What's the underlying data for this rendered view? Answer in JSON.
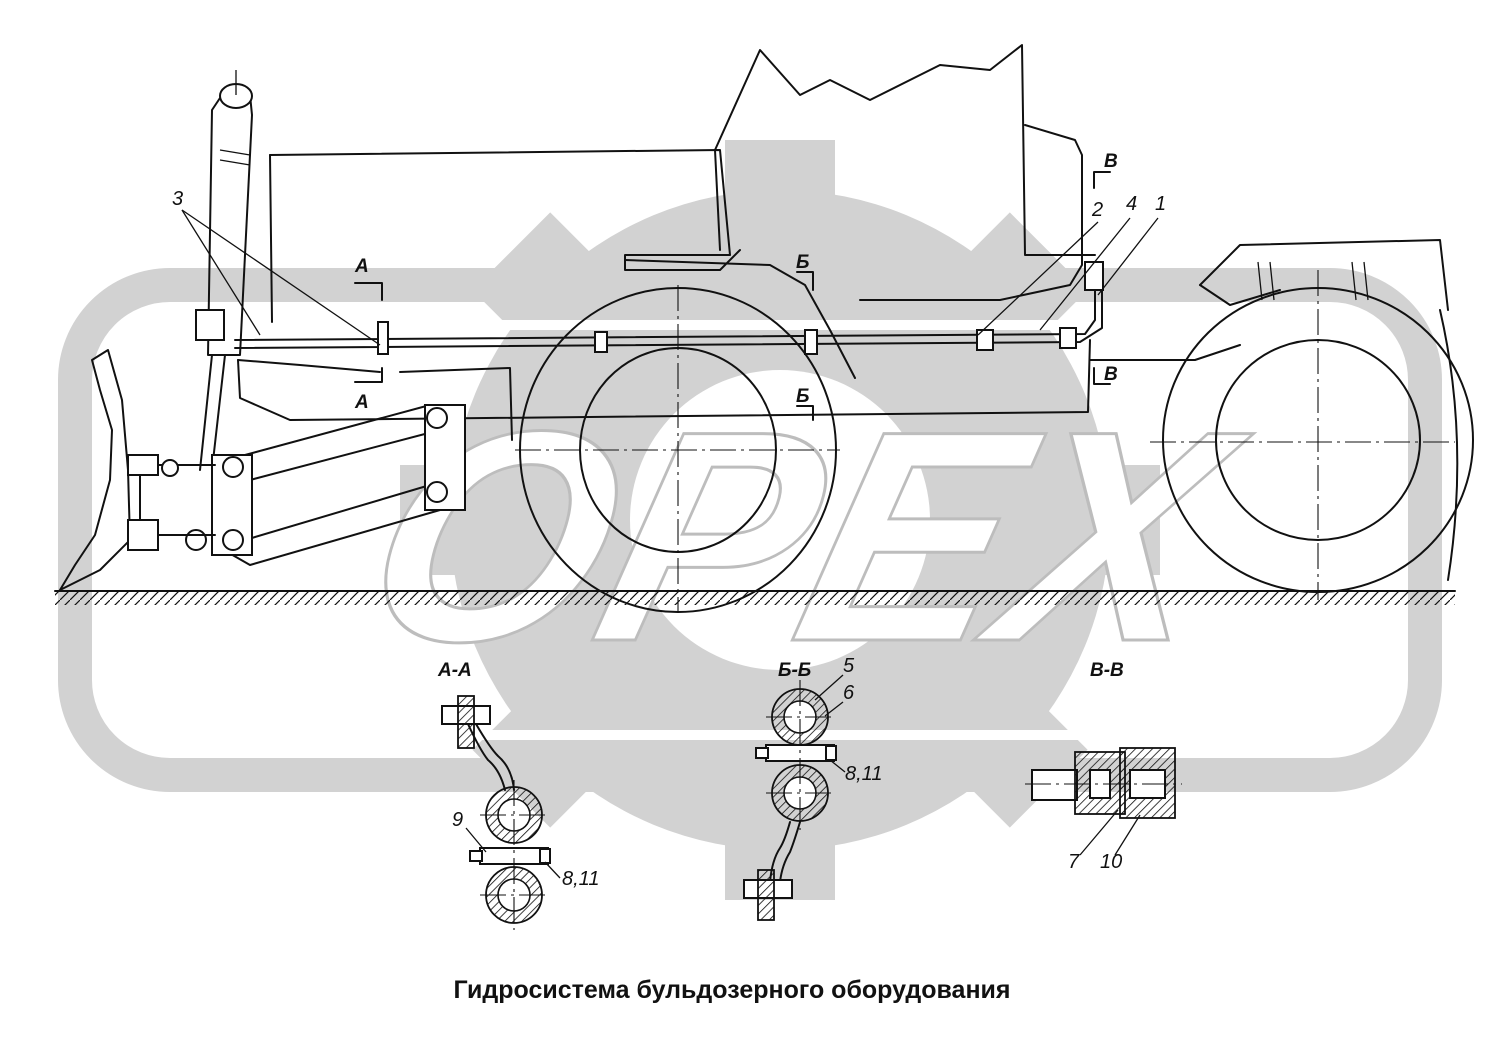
{
  "watermark": {
    "text": "OPEX",
    "gear_color": "#d2d2d2"
  },
  "callouts": {
    "c1": "1",
    "c2": "2",
    "c3": "3",
    "c4": "4",
    "c5": "5",
    "c6": "6",
    "c9": "9",
    "c7": "7",
    "c10": "10",
    "c811a": "8,11",
    "c811b": "8,11"
  },
  "section_marks": {
    "a": "А",
    "b": "Б",
    "v": "В"
  },
  "section_titles": {
    "aa": "А-А",
    "bb": "Б-Б",
    "vv": "В-В"
  },
  "caption": "Гидросистема бульдозерного оборудования"
}
